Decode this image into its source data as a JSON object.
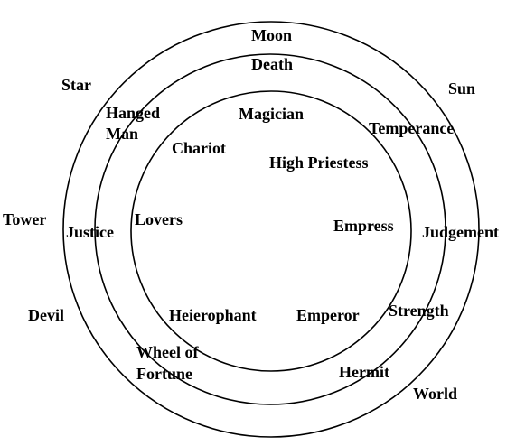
{
  "diagram": {
    "outer_ring": {
      "moon": "Moon",
      "sun": "Sun",
      "star": "Star",
      "tower": "Tower",
      "devil": "Devil",
      "world": "World"
    },
    "middle_ring": {
      "death": "Death",
      "hanged_man_line1": "Hanged",
      "hanged_man_line2": "Man",
      "temperance": "Temperance",
      "justice": "Justice",
      "judgement": "Judgement",
      "strength": "Strength",
      "wheel_of_fortune_line1": "Wheel of",
      "wheel_of_fortune_line2": "Fortune",
      "hermit": "Hermit"
    },
    "inner_ring": {
      "magician": "Magician",
      "chariot": "Chariot",
      "high_priestess": "High Priestess",
      "lovers": "Lovers",
      "empress": "Empress",
      "heierophant": "Heierophant",
      "emperor": "Emperor"
    }
  }
}
